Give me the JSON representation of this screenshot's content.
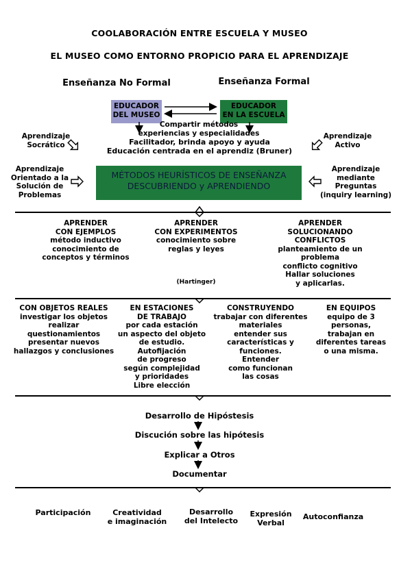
{
  "title": "COOLABORACIÓN ENTRE ESCUELA Y MUSEO",
  "subtitle": "EL MUSEO COMO ENTORNO PROPICIO PARA EL APRENDIZAJE",
  "colors": {
    "educador_museo": "#9999cc",
    "educador_escuela": "#1e7a3c",
    "metodos_bg": "#1e7a3c",
    "metodos_text": "#0a1a3a"
  },
  "top": {
    "no_formal": "Enseñanza No Formal",
    "formal": "Enseñanza Formal",
    "educador_museo": [
      "EDUCADOR",
      "DEL MUSEO"
    ],
    "educador_escuela": [
      "EDUCADOR",
      "EN LA ESCUELA"
    ],
    "compartir": [
      "Compartir métodos",
      "experiencias y especialidades"
    ],
    "facilitador": [
      "Facilitador, brinda apoyo y ayuda",
      "Educación centrada en el aprendiz (Bruner)"
    ],
    "socratico": [
      "Aprendizaje",
      "Socrático"
    ],
    "activo": [
      "Aprendizaje",
      "Activo"
    ],
    "orientado": [
      "Aprendizaje",
      "Orientado a la",
      "Solución de",
      "Problemas"
    ],
    "preguntas": [
      "Aprendizaje",
      "mediante",
      "Preguntas",
      "(inquiry learning)"
    ],
    "metodos": [
      "MÉTODOS HEURÍSTICOS DE ENSEÑANZA",
      "DESCUBRIENDO y APRENDIENDO"
    ]
  },
  "aprender": [
    [
      "APRENDER",
      "CON EJEMPLOS",
      "método inductivo",
      "conocimiento de",
      "conceptos y términos"
    ],
    [
      "APRENDER",
      "CON EXPERIMENTOS",
      "conocimiento sobre",
      "reglas y leyes"
    ],
    [
      "APRENDER",
      "SOLUCIONANDO",
      "CONFLICTOS",
      "planteamiento de un",
      "problema",
      "conflicto cognitivo",
      "Hallar soluciones",
      "y aplicarlas."
    ]
  ],
  "hartinger": "(Hartinger)",
  "modos": [
    [
      "CON OBJETOS REALES",
      "investigar los objetos",
      "realizar questionamientos",
      "presentar nuevos",
      "hallazgos y conclusiones"
    ],
    [
      "EN ESTACIONES",
      "DE TRABAJO",
      "por cada estación",
      "un aspecto del objeto",
      "de estudio.",
      "Autofijación",
      "de progreso",
      "según complejidad",
      "y prioridades",
      "Libre elección"
    ],
    [
      "CONSTRUYENDO",
      "trabajar con diferentes",
      "materiales",
      "entender sus",
      "características y",
      "funciones.",
      "Entender",
      "como funcionan",
      "las cosas"
    ],
    [
      "EN EQUIPOS",
      "equipo de 3",
      "personas,",
      "trabajan en",
      "diferentes tareas",
      "o una misma."
    ]
  ],
  "pasos": [
    "Desarrollo de Hipóstesis",
    "Discución sobre las hipótesis",
    "Explicar a Otros",
    "Documentar"
  ],
  "resultados": [
    [
      "Participación"
    ],
    [
      "Creatividad",
      "e imaginación"
    ],
    [
      "Desarrollo",
      "del Intelecto"
    ],
    [
      "Expresión",
      "Verbal"
    ],
    [
      "Autoconfianza"
    ]
  ]
}
